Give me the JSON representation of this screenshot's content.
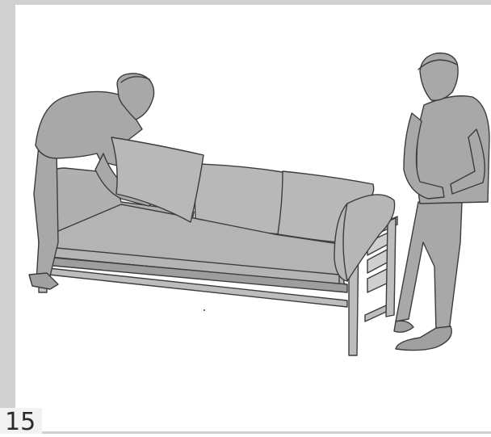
{
  "page": {
    "step_number": "15"
  },
  "illustration": {
    "subject_icon": "sofa-assembly-illustration",
    "figures": [
      "person-placing-cushion",
      "person-standing",
      "sofa"
    ]
  },
  "colors": {
    "frame": "#d0d0d0",
    "figure_fill": "#a9a9a9",
    "sofa_fill": "#b8b8b8",
    "outline": "#3c3c3c"
  }
}
